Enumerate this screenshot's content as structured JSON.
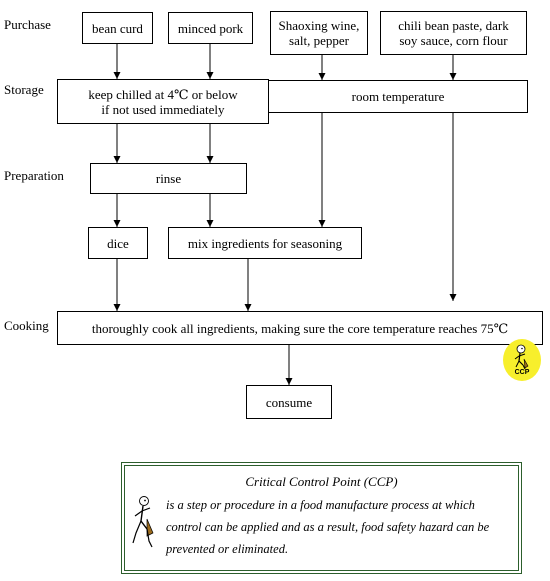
{
  "stages": {
    "purchase": "Purchase",
    "storage": "Storage",
    "preparation": "Preparation",
    "cooking": "Cooking"
  },
  "purchase": {
    "bean_curd": "bean curd",
    "minced_pork": "minced pork",
    "shaoxing_line1": "Shaoxing wine,",
    "shaoxing_line2": "salt, pepper",
    "chili_line1": "chili bean paste, dark",
    "chili_line2": "soy sauce, corn flour"
  },
  "storage": {
    "chilled_line1": "keep chilled at 4℃ or below",
    "chilled_line2": "if not used immediately",
    "room_temp": "room temperature"
  },
  "preparation": {
    "rinse": "rinse",
    "dice": "dice",
    "mix": "mix ingredients for seasoning"
  },
  "cooking": {
    "cook": "thoroughly cook all ingredients, making sure the core temperature reaches 75℃",
    "consume": "consume"
  },
  "ccp_badge": {
    "label": "CCP",
    "color": "#f7ef2c"
  },
  "legend": {
    "title": "Critical Control Point (CCP)",
    "definition": "is a step or procedure in a food manufacture process at which control can be applied and as a result, food safety hazard can be prevented or eliminated.",
    "border_color": "#2c5e2c"
  }
}
